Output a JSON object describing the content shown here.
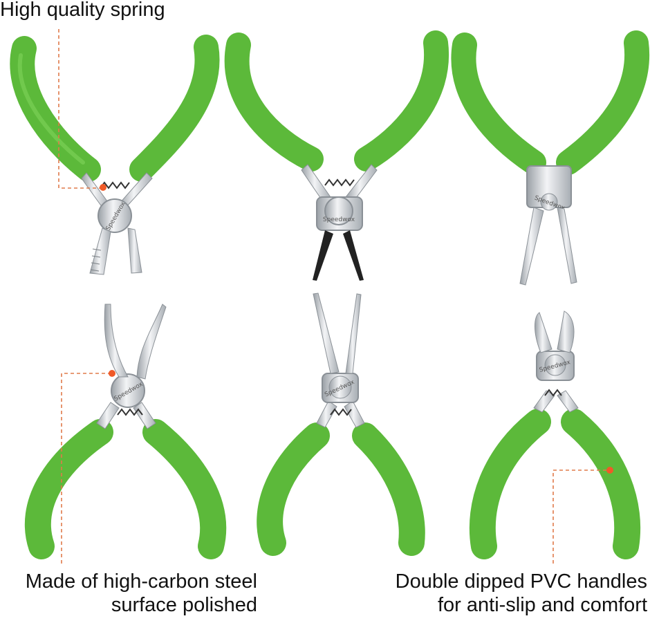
{
  "callouts": {
    "spring": "High quality spring",
    "steel_line1": "Made of high-carbon steel",
    "steel_line2": "surface polished",
    "pvc_line1": "Double dipped PVC handles",
    "pvc_line2": "for anti-slip and comfort"
  },
  "brand_mark": "Speedwox",
  "colors": {
    "handle": "#5cb93a",
    "handle_dark": "#3f8f27",
    "metal": "#d9dde1",
    "metal_dark": "#8a9096",
    "black_tip": "#222222",
    "callout_line": "#e07a4a",
    "callout_dot": "#f05a28"
  },
  "items": [
    {
      "name": "flat-nose-pliers"
    },
    {
      "name": "black-tip-circlip-pliers"
    },
    {
      "name": "long-flat-nose-pliers"
    },
    {
      "name": "bent-nose-pliers"
    },
    {
      "name": "needle-nose-pliers"
    },
    {
      "name": "diagonal-cutter-pliers"
    }
  ]
}
